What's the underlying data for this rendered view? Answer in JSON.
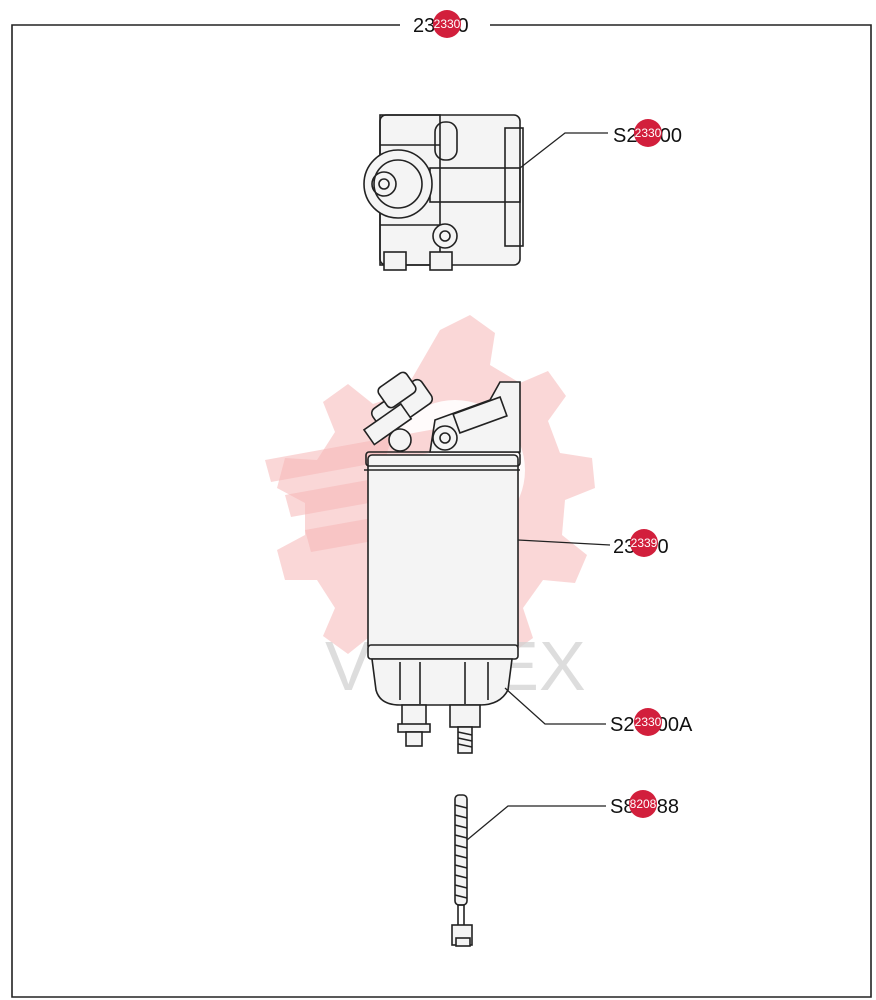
{
  "header": {
    "label": "23300",
    "badge_text": "2330"
  },
  "callouts": {
    "filter_head": {
      "label": "S23300",
      "badge_text": "2330"
    },
    "filter_element": {
      "label": "23390",
      "badge_text": "2339"
    },
    "filter_bowl": {
      "label": "S23300A",
      "badge_text": "2330"
    },
    "heater_wire": {
      "label": "S82088",
      "badge_text": "8208"
    }
  },
  "watermark": {
    "brand_text": "VILITEX"
  },
  "colors": {
    "badge": "#d21f3c",
    "line": "#222222",
    "watermark": "#f6b6b6"
  }
}
